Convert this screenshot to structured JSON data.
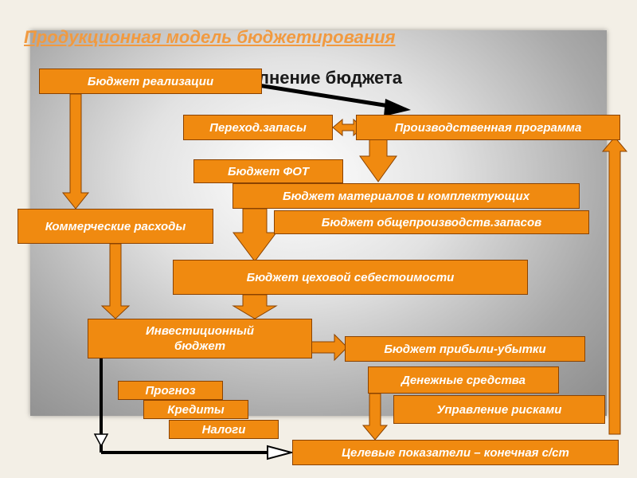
{
  "diagram": {
    "title": "Продукционная модель бюджетирования",
    "subtitle_fragment": "лнение бюджета",
    "boxes": {
      "sales_budget": "Бюджет реализации",
      "transit_stock": "Переход.запасы",
      "production_program": "Производственная программа",
      "payroll_budget": "Бюджет ФОТ",
      "materials_budget": "Бюджет материалов и комплектующих",
      "overhead_budget": "Бюджет общепроизводств.запасов",
      "commercial_expenses": "Коммерческие расходы",
      "shop_cost_budget": "Бюджет цеховой себестоимости",
      "investment_budget": "Инвестиционный бюджет",
      "profit_loss_budget": "Бюджет прибыли-убытки",
      "cash": "Денежные средства",
      "risk_management": "Управление рисками",
      "forecast": "Прогноз",
      "credits": "Кредиты",
      "taxes": "Налоги",
      "target_indicators": "Целевые показатели – конечная с/ст"
    }
  }
}
